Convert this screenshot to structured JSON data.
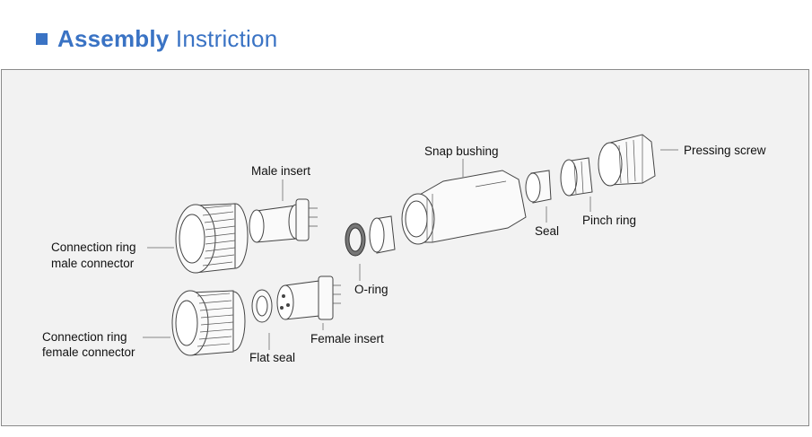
{
  "header": {
    "title_bold": "Assembly",
    "title_rest": "Instriction"
  },
  "labels": {
    "male_insert": "Male insert",
    "snap_bushing": "Snap bushing",
    "pressing_screw": "Pressing screw",
    "seal": "Seal",
    "pinch_ring": "Pinch ring",
    "o_ring": "O-ring",
    "conn_ring_male_1": "Connection ring",
    "conn_ring_male_2": "male connector",
    "conn_ring_female_1": "Connection ring",
    "conn_ring_female_2": "female connector",
    "flat_seal": "Flat seal",
    "female_insert": "Female insert"
  },
  "colors": {
    "accent": "#3a73c4",
    "panel_bg": "#f2f2f2"
  }
}
